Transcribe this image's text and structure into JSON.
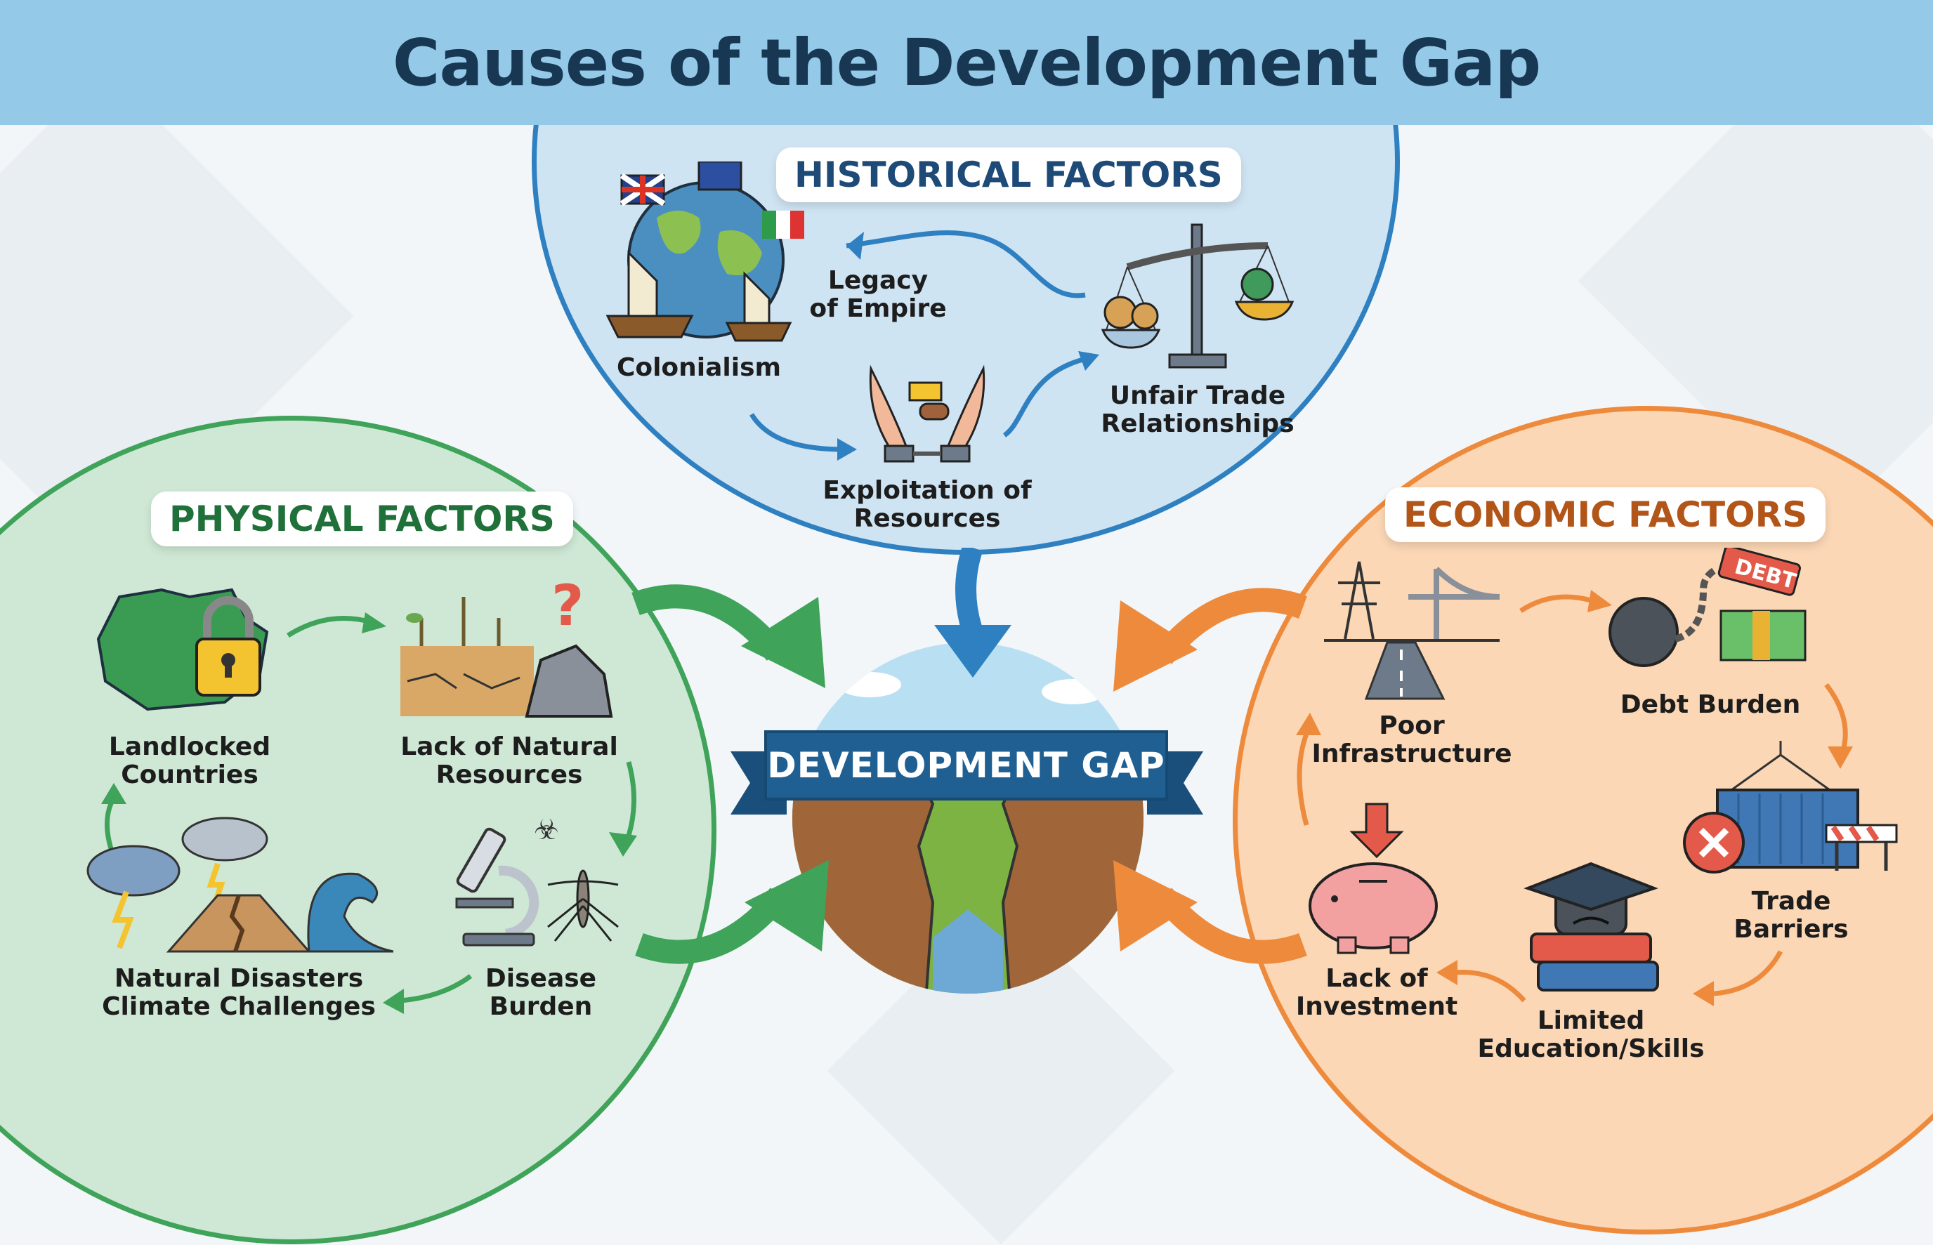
{
  "header": {
    "title": "Causes of the Development Gap"
  },
  "center": {
    "label": "DEVELOPMENT GAP"
  },
  "colors": {
    "header_bg": "#95c9e8",
    "title": "#173753",
    "historical": "#2f80c1",
    "physical": "#3fa35a",
    "economic": "#ee8a3c",
    "banner": "#1f5f92"
  },
  "historical": {
    "title": "HISTORICAL FACTORS",
    "items": [
      {
        "label": "Colonialism",
        "icon": "globe-flags-ships-icon"
      },
      {
        "label": "Legacy\nof Empire",
        "icon": "curved-arrow-icon"
      },
      {
        "label": "Unfair Trade\nRelationships",
        "icon": "unbalanced-scale-icon"
      },
      {
        "label": "Exploitation of\nResources",
        "icon": "chained-hands-gold-icon"
      }
    ]
  },
  "physical": {
    "title": "PHYSICAL FACTORS",
    "items": [
      {
        "label": "Landlocked\nCountries",
        "icon": "map-padlock-icon"
      },
      {
        "label": "Lack of Natural\nResources",
        "icon": "dry-soil-rocks-icon"
      },
      {
        "label": "Disease\nBurden",
        "icon": "microscope-mosquito-icon"
      },
      {
        "label": "Natural Disasters\nClimate Challenges",
        "icon": "storm-earthquake-wave-icon"
      }
    ]
  },
  "economic": {
    "title": "ECONOMIC FACTORS",
    "items": [
      {
        "label": "Poor\nInfrastructure",
        "icon": "broken-bridge-road-icon"
      },
      {
        "label": "Debt Burden",
        "icon": "ball-chain-debt-icon",
        "tag": "DEBT"
      },
      {
        "label": "Trade\nBarriers",
        "icon": "container-barrier-icon"
      },
      {
        "label": "Limited\nEducation/Skills",
        "icon": "books-grad-cap-icon"
      },
      {
        "label": "Lack of\nInvestment",
        "icon": "piggy-bank-down-icon"
      }
    ]
  }
}
